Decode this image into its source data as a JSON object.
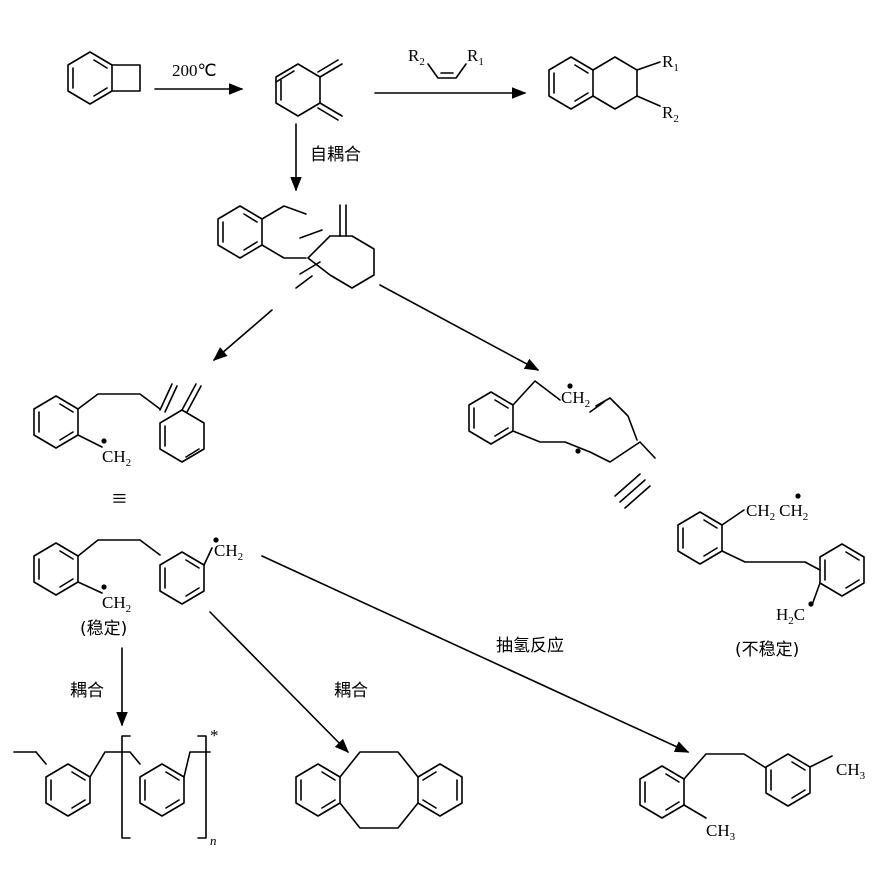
{
  "conditions": {
    "temp": "200℃",
    "self_coupling": "自耦合",
    "coupling": "耦合",
    "coupling2": "耦合",
    "h_abstraction": "抽氢反应"
  },
  "notes": {
    "stable": "(稳定)",
    "unstable": "(不稳定)"
  },
  "groups": {
    "r1": "R",
    "r1_sub": "1",
    "r2": "R",
    "r2_sub": "2",
    "alkene_r2": "R",
    "alkene_r2_sub": "2",
    "alkene_r1": "R",
    "alkene_r1_sub": "1",
    "ch2": "CH",
    "ch2_sub": "2",
    "h2c_h": "H",
    "h2c_sub": "2",
    "h2c_c": "C",
    "ch3": "CH",
    "ch3_sub": "3",
    "chch2_a": "CH",
    "chch2_b": "CH",
    "poly_n": "n",
    "poly_star": "*"
  },
  "equivalence": "≡"
}
